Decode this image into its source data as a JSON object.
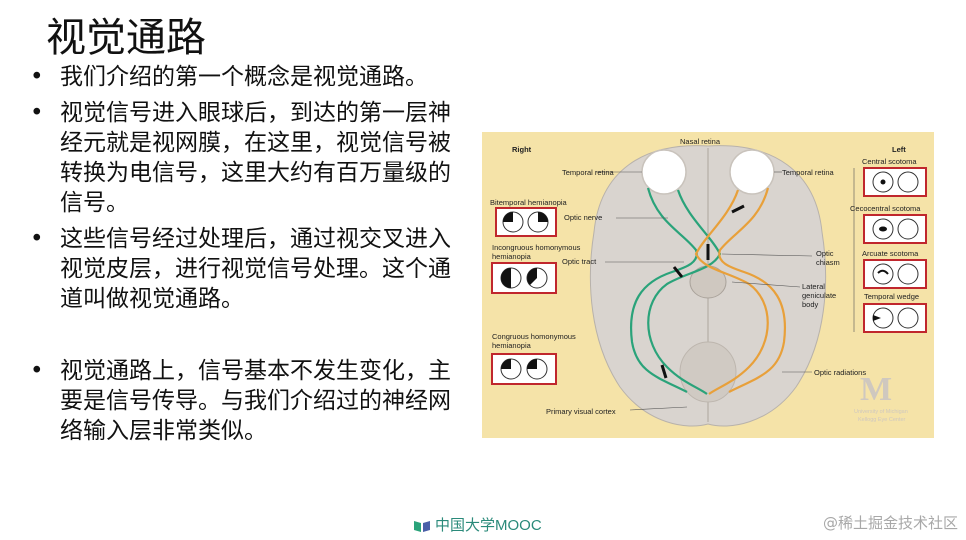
{
  "title": "视觉通路",
  "bullets": [
    {
      "dot": "•",
      "text": "我们介绍的第一个概念是视觉通路。"
    },
    {
      "dot": "•",
      "text": "视觉信号进入眼球后，到达的第一层神经元就是视网膜，在这里，视觉信号被转换为电信号，这里大约有百万量级的信号。"
    },
    {
      "dot": "•",
      "text": "这些信号经过处理后，通过视交叉进入视觉皮层，进行视觉信号处理。这个通道叫做视觉通路。"
    },
    {
      "dot": "•",
      "text": "视觉通路上，信号基本不发生变化，主要是信号传导。与我们介绍过的神经网络输入层非常类似。"
    }
  ],
  "diagram": {
    "right_label": "Right",
    "left_label": "Left",
    "nasal_retina": "Nasal retina",
    "temporal_retina_left": "Temporal retina",
    "temporal_retina_right": "Temporal retina",
    "optic_nerve": "Optic nerve",
    "optic_tract": "Optic tract",
    "optic_chiasm_1": "Optic",
    "optic_chiasm_2": "chiasm",
    "lgb_1": "Lateral",
    "lgb_2": "geniculate",
    "lgb_3": "body",
    "optic_radiations": "Optic radiations",
    "primary_visual_cortex": "Primary visual cortex",
    "bitemporal": "Bitemporal hemianopia",
    "incongruous_1": "Incongruous homonymous",
    "incongruous_2": "hemianopia",
    "congruous_1": "Congruous homonymous",
    "congruous_2": "hemianopia",
    "central_scotoma": "Central scotoma",
    "cecocentral_scotoma": "Cecocentral scotoma",
    "arcuate_scotoma": "Arcuate scotoma",
    "temporal_wedge": "Temporal wedge",
    "logo_letter": "M",
    "logo_line1": "University of Michigan",
    "logo_line2": "Kellogg Eye Center",
    "colors": {
      "background": "#f5e3a8",
      "brain": "#d9d4cf",
      "green_path": "#2aa37a",
      "orange_path": "#e8a03a",
      "defect_box": "#c0272d"
    }
  },
  "footer": {
    "logo_text": "中国大学MOOC"
  },
  "watermark": "@稀土掘金技术社区"
}
